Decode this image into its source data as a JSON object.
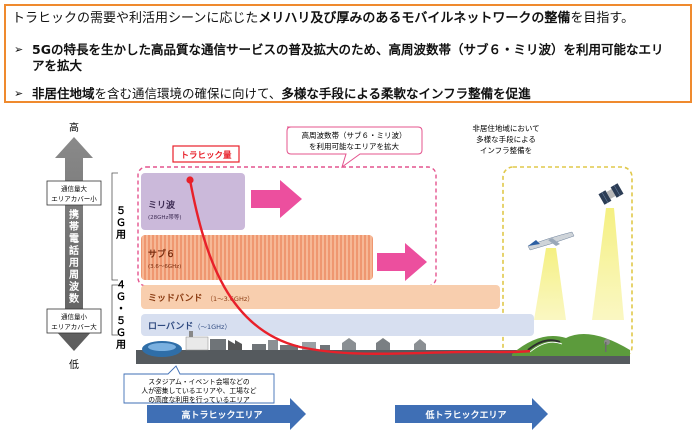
{
  "header": {
    "line_plain_1": "トラヒックの需要や利活用シーンに応じた",
    "line_bold": "メリハリ及び厚みのあるモバイルネットワークの整備",
    "line_plain_2": "を目指す。"
  },
  "bullets": [
    {
      "marker": "➢",
      "text_plain_1": "5Gの特長を生かした高品質な通信サービスの普及拡大のため、",
      "text_bold": "高周波数帯（サブ６・ミリ波）を利用可能なエリアを拡大",
      "text_plain_2": ""
    },
    {
      "marker": "➢",
      "text_plain_1": "非居住地域",
      "text_bold": "",
      "text_plain_2": "を含む通信環境の確保に向けて、",
      "text_bold_2": "多様な手段による柔軟なインフラ整備を促進"
    }
  ],
  "diagram": {
    "axis": {
      "top": "高",
      "bottom": "低",
      "label": "携帯電話用周波数",
      "top_box": [
        "通信量大",
        "エリアカバー小"
      ],
      "bottom_box": [
        "通信量小",
        "エリアカバー大"
      ],
      "label_5g": "５Ｇ用",
      "label_4g5g": "４Ｇ・５Ｇ用"
    },
    "traffic_label": "トラヒック量",
    "expand_callout": [
      "高周波数帯（サブ６・ミリ波）",
      "を利用可能なエリアを拡大"
    ],
    "rural_callout": [
      "非居住地域において",
      "多様な手段による",
      "インフラ整備を"
    ],
    "bands": [
      {
        "name": "ミリ波",
        "sub": "(28GHz帯等)",
        "color": "#cbb9da"
      },
      {
        "name": "サブ６",
        "sub": "(3.6～6GHz)",
        "color": "#f3a67b"
      },
      {
        "name": "ミッドバンド",
        "sub": "（1～3.6GHz）",
        "color": "#f8ceae"
      },
      {
        "name": "ローバンド",
        "sub": "（～1GHz）",
        "color": "#d7dff0"
      }
    ],
    "stadium_callout": [
      "スタジアム・イベント会場などの",
      "人が密集しているエリアや、工場など",
      "の高度な利用を行っているエリア"
    ],
    "high_traffic_area": "高トラヒックエリア",
    "low_traffic_area": "低トラヒックエリア",
    "colors": {
      "orange_border": "#ef8a2e",
      "pink_dash": "#e4548e",
      "yellow_dash": "#e0c84a",
      "red_curve": "#e8202a",
      "blue_arrow": "#3f6fb5"
    }
  }
}
